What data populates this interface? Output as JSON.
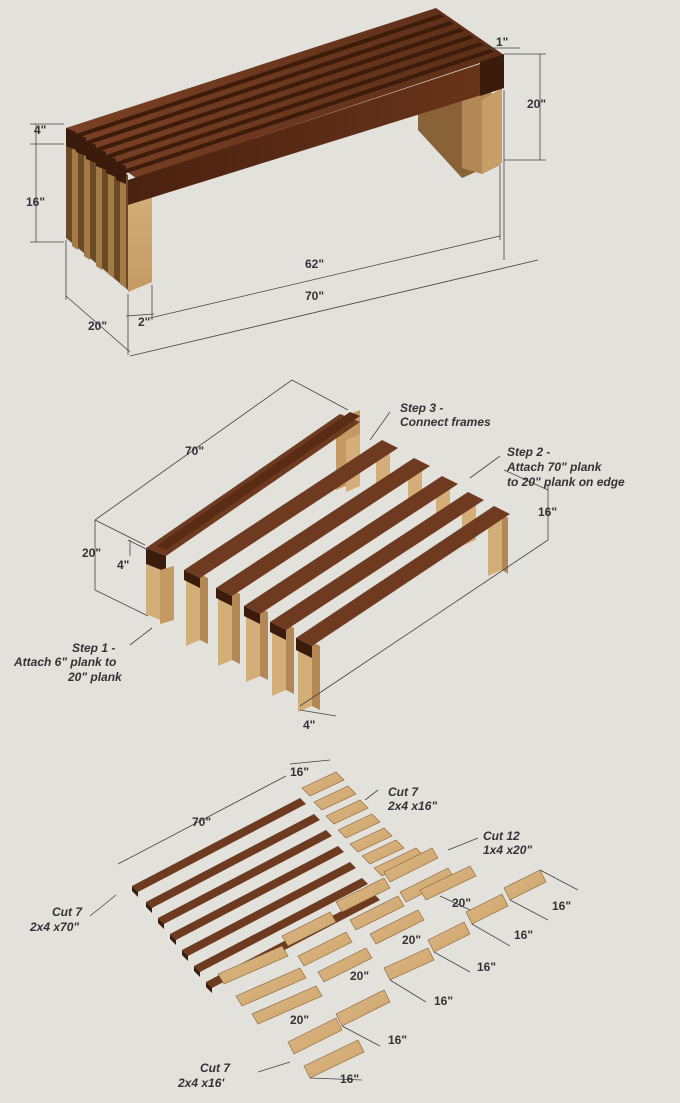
{
  "colors": {
    "background": "#e2e1dc",
    "dark_wood_top": "#6e3a20",
    "dark_wood_face": "#4f2612",
    "light_wood_face": "#cfa871",
    "light_wood_side": "#a47c48",
    "cut_piece": "#d6b07c"
  },
  "bench": {
    "dims": {
      "d4": "4\"",
      "d16": "16\"",
      "d20_width": "20\"",
      "d2": "2\"",
      "d62": "62\"",
      "d70": "70\"",
      "d20_height": "20\"",
      "d1": "1\""
    }
  },
  "assembly": {
    "dims": {
      "d70": "70\"",
      "d20": "20\"",
      "d4_left": "4\"",
      "d16": "16\"",
      "d4_bottom": "4\""
    },
    "steps": {
      "step3_line1": "Step 3 -",
      "step3_line2": "Connect frames",
      "step2_line1": "Step 2 -",
      "step2_line2": "Attach 70\" plank",
      "step2_line3": "to 20\" plank on edge",
      "step1_line1": "Step 1 -",
      "step1_line2": "Attach 6\" plank to",
      "step1_line3": "20\" plank"
    }
  },
  "cut_list": {
    "dims": {
      "d16_top": "16\"",
      "d70": "70\"",
      "d20_a": "20\"",
      "d20_b": "20\"",
      "d20_c": "20\"",
      "d20_d": "20\"",
      "d16_a": "16\"",
      "d16_b": "16\"",
      "d16_c": "16\"",
      "d16_d": "16\"",
      "d16_e": "16\"",
      "d16_f": "16\""
    },
    "labels": {
      "cut7a_line1": "Cut 7",
      "cut7a_line2": "2x4 x16\"",
      "cut12_line1": "Cut 12",
      "cut12_line2": "1x4 x20\"",
      "cut7b_line1": "Cut 7",
      "cut7b_line2": "2x4 x70\"",
      "cut7c_line1": "Cut 7",
      "cut7c_line2": "2x4 x16'"
    }
  }
}
